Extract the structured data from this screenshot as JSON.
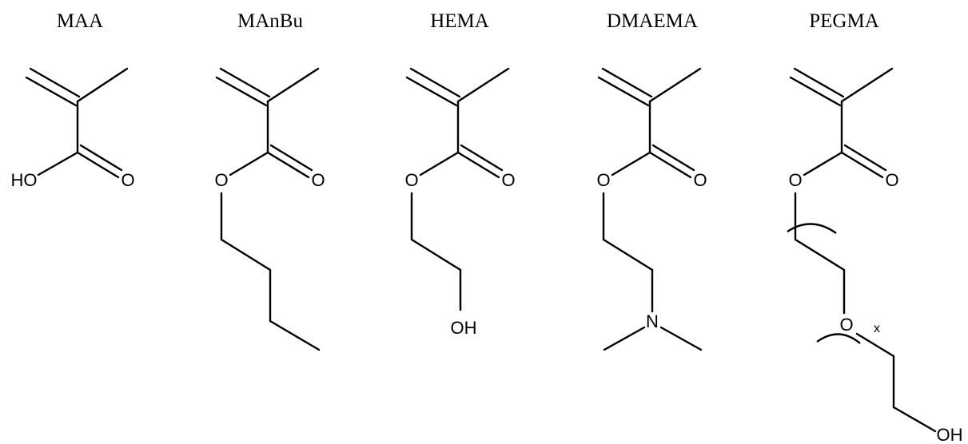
{
  "molecules": [
    {
      "name": "MAA",
      "labels": {
        "hydroxyl": "HO",
        "carbonyl_o": "O"
      }
    },
    {
      "name": "MAnBu",
      "labels": {
        "ester_o": "O",
        "carbonyl_o": "O"
      }
    },
    {
      "name": "HEMA",
      "labels": {
        "ester_o": "O",
        "carbonyl_o": "O",
        "hydroxyl": "OH"
      }
    },
    {
      "name": "DMAEMA",
      "labels": {
        "ester_o": "O",
        "carbonyl_o": "O",
        "nitrogen": "N"
      }
    },
    {
      "name": "PEGMA",
      "labels": {
        "ester_o": "O",
        "carbonyl_o": "O",
        "ether_o": "O",
        "repeat": "x",
        "hydroxyl": "OH"
      }
    }
  ]
}
